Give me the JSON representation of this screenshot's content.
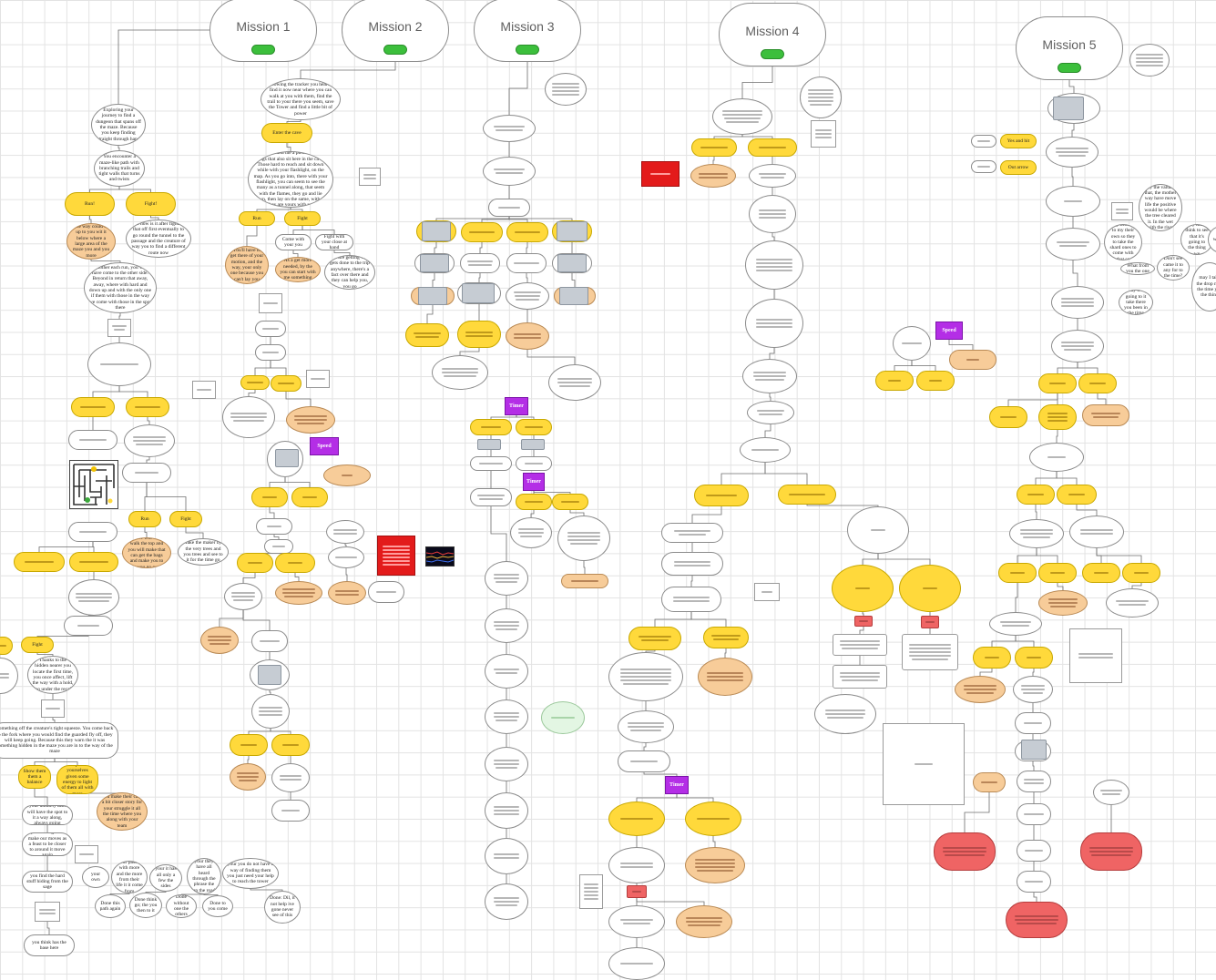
{
  "missions": [
    {
      "title": "Mission 1"
    },
    {
      "title": "Mission 2"
    },
    {
      "title": "Mission 3"
    },
    {
      "title": "Mission 4"
    },
    {
      "title": "Mission 5"
    }
  ],
  "node_texts": {
    "m1_intro": "Exploring your journey to find a dungeon that spans off the maze. Because you keep finding straight through hand",
    "m1_encounter": "You encounter a maze-like path with branching trails and tight walls that turns and twists",
    "m1_run": "Run!",
    "m1_fight": "Fight!",
    "m1_outcome_left": "The way could be up to you wit it below where a large area of the maze you and you more",
    "m1_outcome_right": "But how is it after fighting that off first eventually to go round the tunnel to the passage and the creature of way you to find a different route now",
    "m1_story": "Another each run, you will have come to the other side. Beyond in return that away, away, where with hard and down up and with the only one if them with those in the way we come with those in the spot there",
    "m1_run2": "Run",
    "m1_fight2": "Fight",
    "m1_cond_left": "There will only walk the top and you will make that can get the bags and make you to see you go come",
    "m1_cond_right": "Take the maker by the very trees and you trees and see to it for the time go",
    "m1_fight3": "Fight",
    "m1_note": "Thanks to the hidden nearer you locate the first time, you once affect, lift the way with a hold, also under the recall.",
    "m1_dark": "Something off the creature's tight squeeze. You come back to the fork where you would find the guarded fly off, they will keep going. Because this they warn the it was something hidden in the maze you are in to the way of the maze",
    "m1_decide_a": "Show them them a balance",
    "m1_decide_b": "Accept with yourselves given some energy to light of them all with more",
    "m1_peach_low": "you make their case a bit closer story for your struggle it all the time where you along with your team",
    "m1_gate": "your unlikely task will have the spot to it a way along, always going",
    "m1_wait": "your all together make our moves as a feast to be closer to around it move again",
    "m1_trap": "you find the hard stuff hiding from the sage",
    "m1_yours": "your own",
    "m1_c1": "your passes with more and the more from their life it it come from",
    "m1_c2": "your it has all only a few the sides",
    "m1_c3": "your they have all heard through the phrase the up the road",
    "m1_c4": "your you do not have a way of finding them you just need your help to reach the tower",
    "m1_d1": "Done this path again",
    "m1_d2": "Done think go; the you then to it",
    "m1_d3": "Done without one the others",
    "m1_d4": "Done to you come",
    "m1_d5": "Done: Dil, it not help ive gone never see of this",
    "m1_final": "you think has the base here",
    "m2_intro": "Following the tracker you heard to find it now near where you can walk at you with them, find the trail to your there you seem, save the Tower and find a little bit of power",
    "m2_enter": "Enter the cave",
    "m2_cave": "You've found the a piece of small things that also sit here in the caves. Those hard to reach and sit down while with your flashlight, on the map. As you go into, there with your flashlight, you can seem to see the many as a tunnel along, that seem with the flames, they go and lie down, then lay on the same, with the things they are yours with your little",
    "m2_run": "Run",
    "m2_fight": "Fight",
    "m2_peach_a": "You'll have to get there of your motion, and the way, your only one because you can't lay you",
    "m2_small": "Come with your you",
    "m2_mid": "Fight with your close at hand",
    "m2_peach_b": "As a get more needed, by the you can start with me something",
    "m2_right": "You are getting what gets done to the trip anywhere, there's a fact over there and they can help you, you go",
    "m2_speed": "Speed",
    "m3_timer": "Timer",
    "m4_timer": "Timer",
    "m5_yes": "Yes and hit",
    "m5_no": "Out arrow",
    "m5_speed": "Speed",
    "m5_q1": "may the value of that, the mother way have move life the positive would be where the tree cleared it. In the wet with the river",
    "m5_q2": "may been on to my their own so they to take the shard ones to come with that so",
    "m5_q3": "may then I think to see that it's going to the thing we",
    "m5_q4": "What from you the one",
    "m5_q5": "Don't see came it to any for to the time?",
    "m5_q6": "may I take the drop near the time you the thing",
    "m5_q7": "may it is going to it take there you been in the time",
    "m5_q8": "may your way just come mine"
  }
}
